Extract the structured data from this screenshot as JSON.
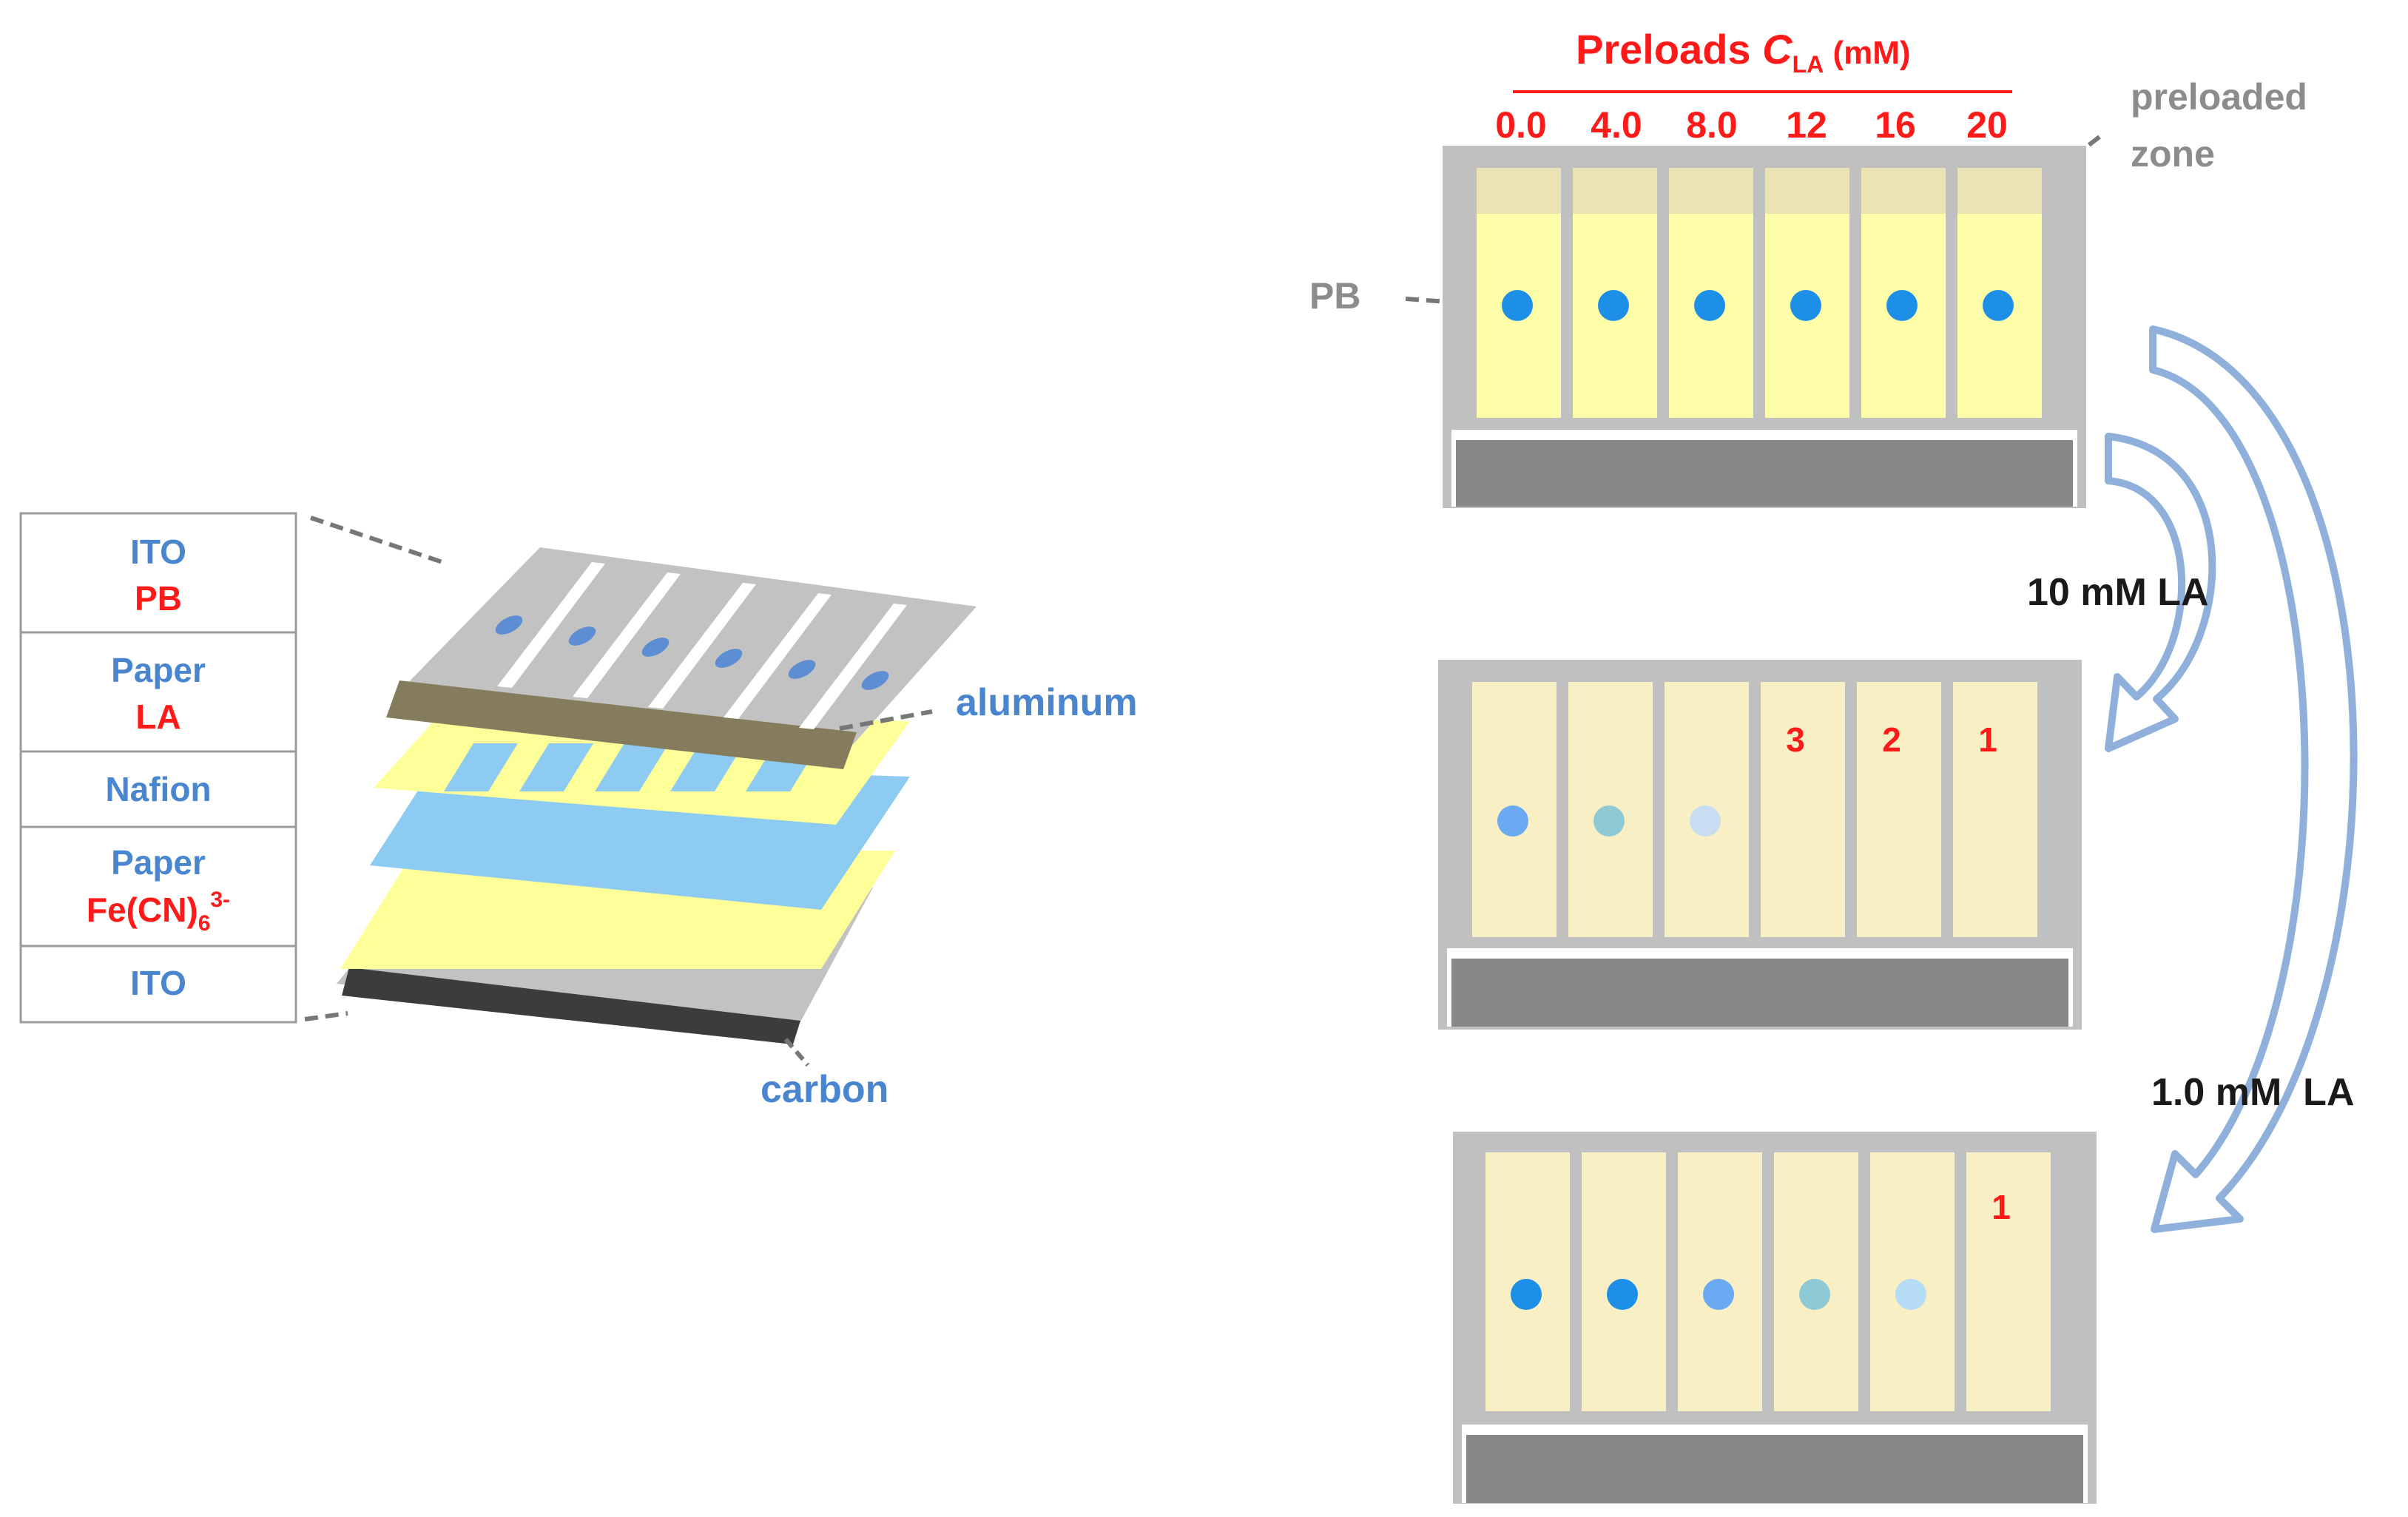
{
  "layer_table": {
    "rows": [
      {
        "line1": "ITO",
        "line2": "PB"
      },
      {
        "line1": "Paper",
        "line2": "LA"
      },
      {
        "line1": "Nafion",
        "line2": ""
      },
      {
        "line1": "Paper",
        "line2": "Fe(CN)",
        "sub": "6",
        "sup": "3-"
      },
      {
        "line1": "ITO",
        "line2": ""
      }
    ]
  },
  "stack_labels": {
    "aluminum": "aluminum",
    "carbon": "carbon"
  },
  "header": {
    "title_main": "Preloads ",
    "title_var": "C",
    "title_sub": "LA",
    "title_unit": " (mM)",
    "concentrations": [
      "0.0",
      "4.0",
      "8.0",
      "12",
      "16",
      "20"
    ]
  },
  "callouts": {
    "preloaded_zone_line1": "preloaded",
    "preloaded_zone_line2": "zone",
    "pb": "PB"
  },
  "arrows": {
    "arrow1": "10 mM LA",
    "arrow2": "1.0 mM  LA"
  },
  "panels": [
    {
      "dots": [
        "#1e8fe6",
        "#1e8fe6",
        "#1e8fe6",
        "#1e8fe6",
        "#1e8fe6",
        "#1e8fe6"
      ],
      "numbers": [
        "",
        "",
        "",
        "",
        "",
        ""
      ]
    },
    {
      "dots": [
        "#6aaaf2",
        "#8ec9d6",
        "#c8ddf2",
        null,
        null,
        null
      ],
      "numbers": [
        "",
        "",
        "",
        "3",
        "2",
        "1"
      ]
    },
    {
      "dots": [
        "#1e8fe6",
        "#1e8fe6",
        "#6aaaf2",
        "#8ec9d6",
        "#b6dcf5",
        null
      ],
      "numbers": [
        "",
        "",
        "",
        "",
        "",
        "1"
      ]
    }
  ],
  "colors": {
    "blue_label": "#4a86d0",
    "red_label": "#ff1a1a",
    "gray_label": "#8c8c8c",
    "strip_yellow": "#ffffaa",
    "strip_pale": "#f8f0c4",
    "frame_gray": "#c0c0c0",
    "bar_gray": "#888888",
    "arrow_blue": "#8fb0da"
  }
}
